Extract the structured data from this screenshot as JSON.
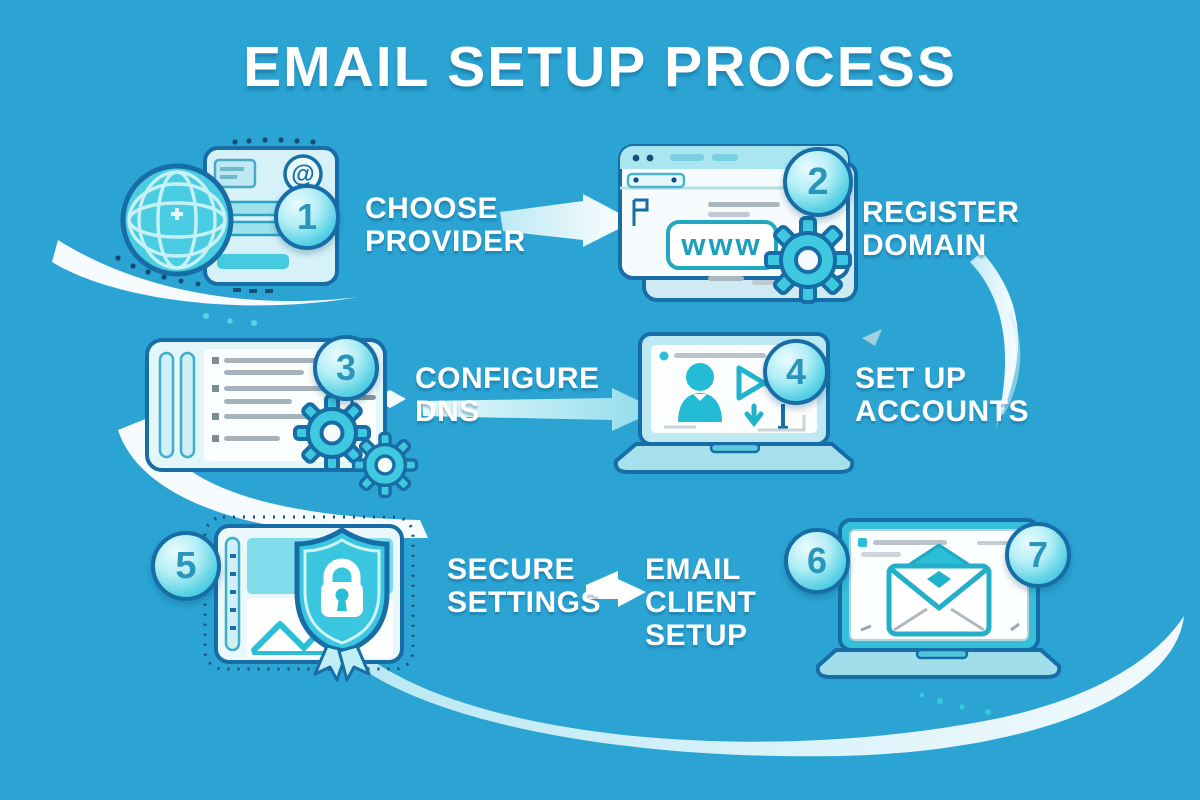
{
  "title": "EMAIL SETUP PROCESS",
  "steps": [
    {
      "number": "1",
      "label": "CHOOSE PROVIDER",
      "lines": [
        "CHOOSE",
        "PROVIDER"
      ],
      "icon": "globe-provider-card"
    },
    {
      "number": "2",
      "label": "REGISTER DOMAIN",
      "lines": [
        "REGISTER",
        "DOMAIN"
      ],
      "icon": "browser-window-gear",
      "address_text": "www"
    },
    {
      "number": "3",
      "label": "CONFIGURE DNS",
      "lines": [
        "CONFIGURE",
        "DNS"
      ],
      "icon": "settings-document-gears"
    },
    {
      "number": "4",
      "label": "SET UP ACCOUNTS",
      "lines": [
        "SET UP",
        "ACCOUNTS"
      ],
      "icon": "laptop-user-mail"
    },
    {
      "number": "5",
      "label": "SECURE SETTINGS",
      "lines": [
        "SECURE",
        "SETTINGS"
      ],
      "icon": "shield-lock-panel"
    },
    {
      "number": "6",
      "label": "EMAIL CLIENT SETUP",
      "lines": [
        "EMAIL",
        "CLIENT",
        "SETUP"
      ],
      "icon": "laptop-envelope"
    },
    {
      "number": "7",
      "label": "",
      "icon": "laptop-envelope"
    }
  ],
  "glyphs": {
    "at_symbol": "@"
  },
  "colors": {
    "background": "#2BA4D4",
    "outline": "#176DA6",
    "cyan": "#3FC9E0",
    "light_cyan": "#AEEAF2",
    "panel_white": "#F6FCFD",
    "badge_number": "#2B96BC",
    "label_text": "#FFFFFF",
    "arrow_white": "#FFFFFF"
  }
}
